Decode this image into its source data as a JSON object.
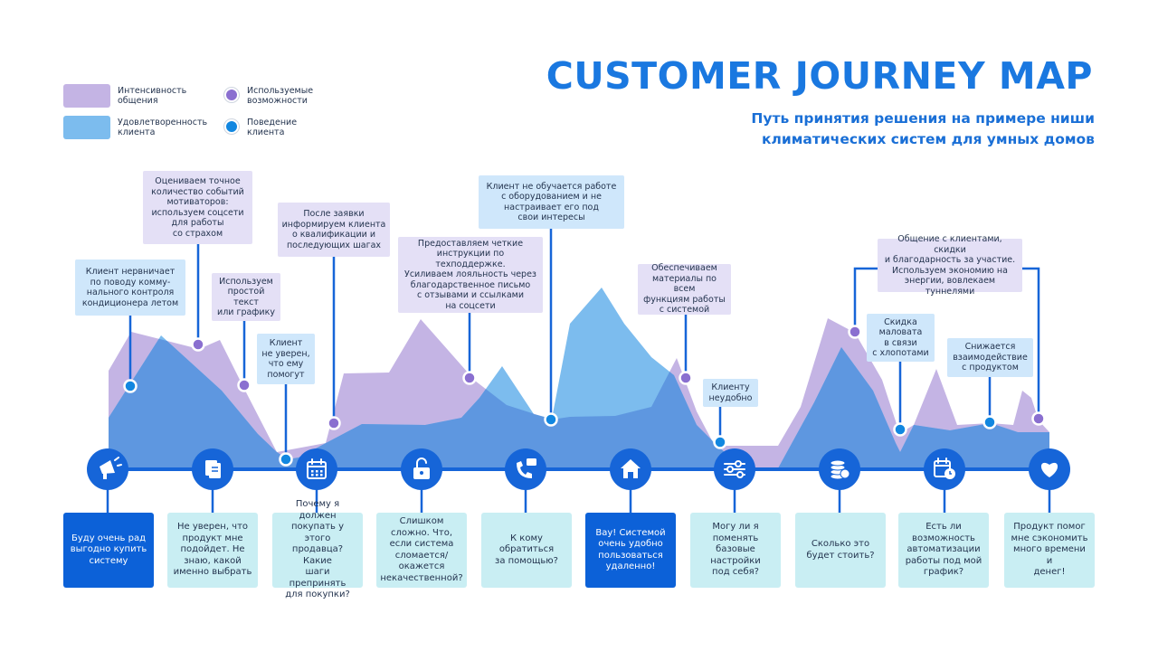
{
  "title": "CUSTOMER JOURNEY MAP",
  "subtitle": "Путь принятия решения на примере ниши\nклиматических систем для умных домов",
  "legend": [
    {
      "type": "swatch",
      "color": "#c4b4e4",
      "label": "Интенсивность\nобщения"
    },
    {
      "type": "swatch",
      "color": "#7cbcee",
      "label": "Удовлетворенность\nклиента"
    },
    {
      "type": "dot",
      "color": "#8a6fd0",
      "label": "Используемые\nвозможности"
    },
    {
      "type": "dot",
      "color": "#1287e0",
      "label": "Поведение\nклиента"
    }
  ],
  "colors": {
    "purple_area": "#c4b4e4",
    "blue_area": "#7cbcee",
    "overlap": "#5e97e0",
    "line": "#1665d8",
    "icon_circle": "#1665d8"
  },
  "notes": [
    {
      "text": "Клиент нервничает\nпо поводу комму-\nнального контроля\nкондиционера летом",
      "kind": "blue"
    },
    {
      "text": "Оцениваем точное\nколичество событий\nмотиваторов:\nиспользуем соцсети\nдля работы\nсо страхом",
      "kind": "purple"
    },
    {
      "text": "Используем\nпростой текст\nили графику",
      "kind": "purple"
    },
    {
      "text": "Клиент\nне уверен,\nчто ему\nпомогут",
      "kind": "blue"
    },
    {
      "text": "После заявки\nинформируем клиента\nо квалификации и\nпоследующих шагах",
      "kind": "purple"
    },
    {
      "text": "Предоставляем четкие\nинструкции по техподдержке.\nУсиливаем лояльность через\nблагодарственное письмо\nс отзывами и ссылками\nна соцсети",
      "kind": "purple"
    },
    {
      "text": "Клиент не обучается работе\nс оборудованием и не\nнастраивает его под\nсвои интересы",
      "kind": "blue"
    },
    {
      "text": "Обеспечиваем\nматериалы по всем\nфункциям работы\nс системой",
      "kind": "purple"
    },
    {
      "text": "Клиенту\nнеудобно",
      "kind": "blue"
    },
    {
      "text": "Общение с клиентами, скидки\nи благодарность за участие.\nИспользуем экономию на\nэнергии, вовлекаем туннелями",
      "kind": "purple"
    },
    {
      "text": "Скидка\nмаловата\nв связи\nс хлопотами",
      "kind": "blue"
    },
    {
      "text": "Снижается\nвзаимодействие\nс продуктом",
      "kind": "blue"
    }
  ],
  "stages": [
    {
      "icon": "megaphone-icon",
      "card": "Буду очень рад\nвыгодно купить\nсистему",
      "style": "dark"
    },
    {
      "icon": "document-icon",
      "card": "Не уверен, что\nпродукт мне\nподойдет. Не\nзнаю, какой\nименно выбрать",
      "style": "light"
    },
    {
      "icon": "calendar-icon",
      "card": "Почему я должен\nпокупать у этого\nпродавца? Какие\nшаги препринять\nдля покупки?",
      "style": "light"
    },
    {
      "icon": "lock-icon",
      "card": "Слишком\nсложно. Что,\nесли система\nсломается/\nокажется\nнекачественной?",
      "style": "light"
    },
    {
      "icon": "phone-chat-icon",
      "card": "К кому\nобратиться\nза помощью?",
      "style": "light"
    },
    {
      "icon": "home-icon",
      "card": "Вау! Системой\nочень удобно\nпользоваться\nудаленно!",
      "style": "dark"
    },
    {
      "icon": "sliders-icon",
      "card": "Могу ли я\nпоменять\nбазовые\nнастройки\nпод себя?",
      "style": "light"
    },
    {
      "icon": "coins-icon",
      "card": "Сколько это\nбудет стоить?",
      "style": "light"
    },
    {
      "icon": "calendar-clock-icon",
      "card": "Есть ли\nвозможность\nавтоматизации\nработы под мой\nграфик?",
      "style": "light"
    },
    {
      "icon": "heart-hand-icon",
      "card": "Продукт помог\nмне сэкономить\nмного времени и\nденег!",
      "style": "light"
    }
  ]
}
